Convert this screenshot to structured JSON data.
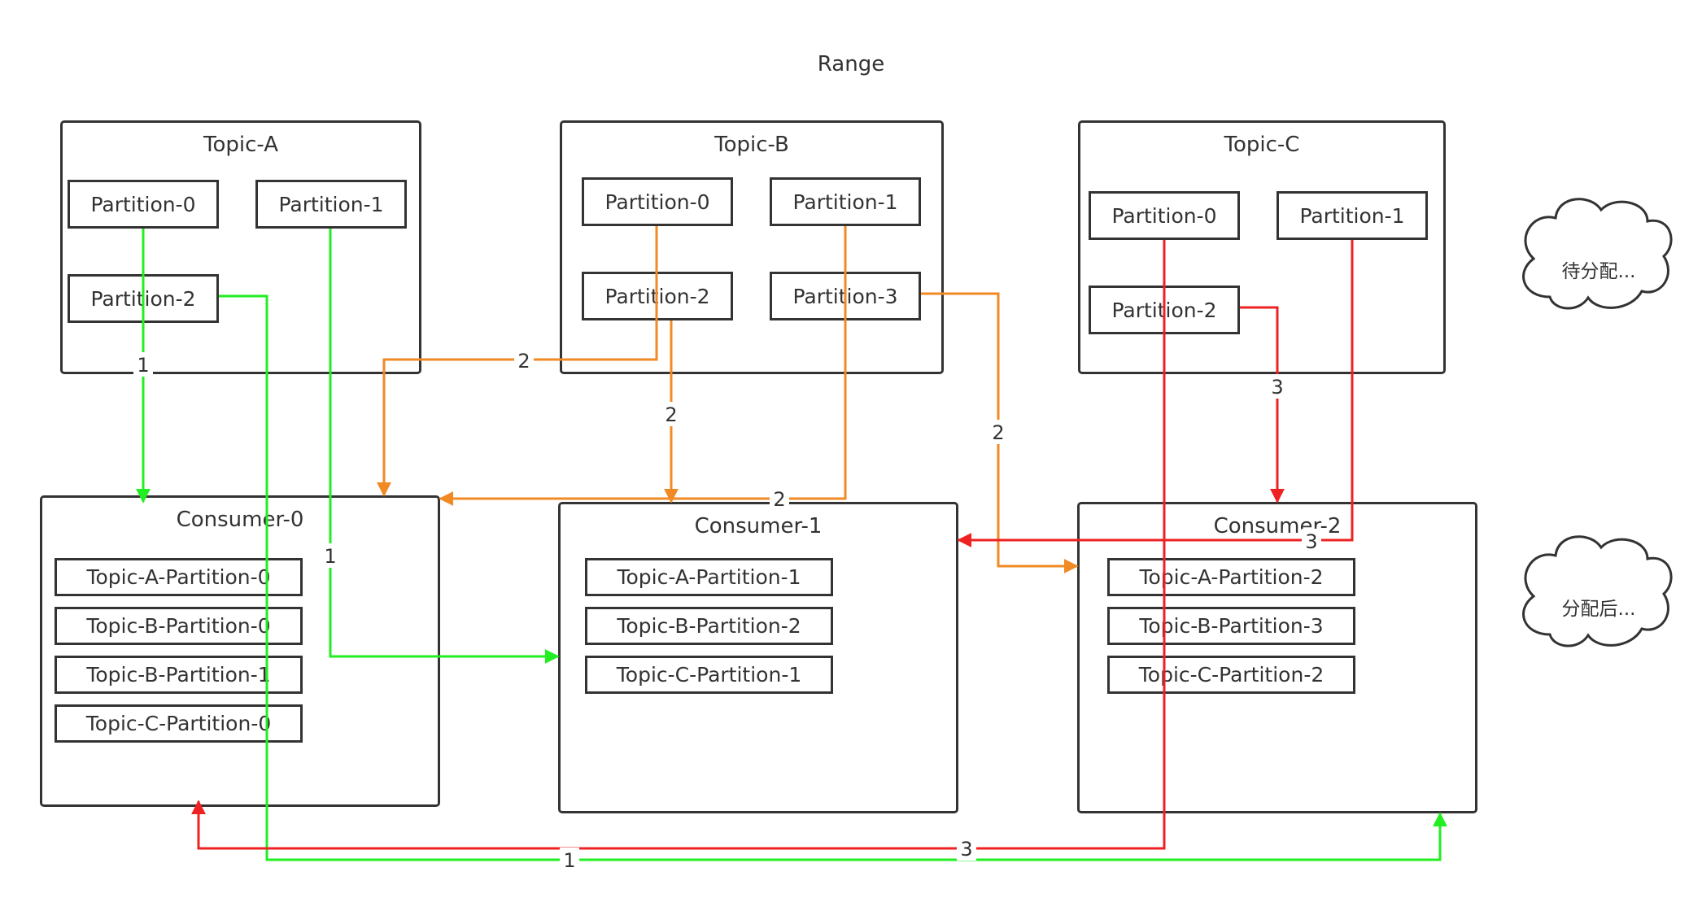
{
  "title": "Range",
  "colors": {
    "line": "#333333",
    "topic_a": "#22ee22",
    "topic_b": "#f08a24",
    "topic_c": "#ee2222"
  },
  "topics": [
    {
      "name": "Topic-A",
      "partitions": [
        "Partition-0",
        "Partition-1",
        "Partition-2"
      ]
    },
    {
      "name": "Topic-B",
      "partitions": [
        "Partition-0",
        "Partition-1",
        "Partition-2",
        "Partition-3"
      ]
    },
    {
      "name": "Topic-C",
      "partitions": [
        "Partition-0",
        "Partition-1",
        "Partition-2"
      ]
    }
  ],
  "consumers": [
    {
      "name": "Consumer-0",
      "assigned": [
        "Topic-A-Partition-0",
        "Topic-B-Partition-0",
        "Topic-B-Partition-1",
        "Topic-C-Partition-0"
      ]
    },
    {
      "name": "Consumer-1",
      "assigned": [
        "Topic-A-Partition-1",
        "Topic-B-Partition-2",
        "Topic-C-Partition-1"
      ]
    },
    {
      "name": "Consumer-2",
      "assigned": [
        "Topic-A-Partition-2",
        "Topic-B-Partition-3",
        "Topic-C-Partition-2"
      ]
    }
  ],
  "clouds": {
    "before": "待分配...",
    "after": "分配后..."
  },
  "edge_labels": {
    "topic_a": "1",
    "topic_b": "2",
    "topic_c": "3"
  }
}
